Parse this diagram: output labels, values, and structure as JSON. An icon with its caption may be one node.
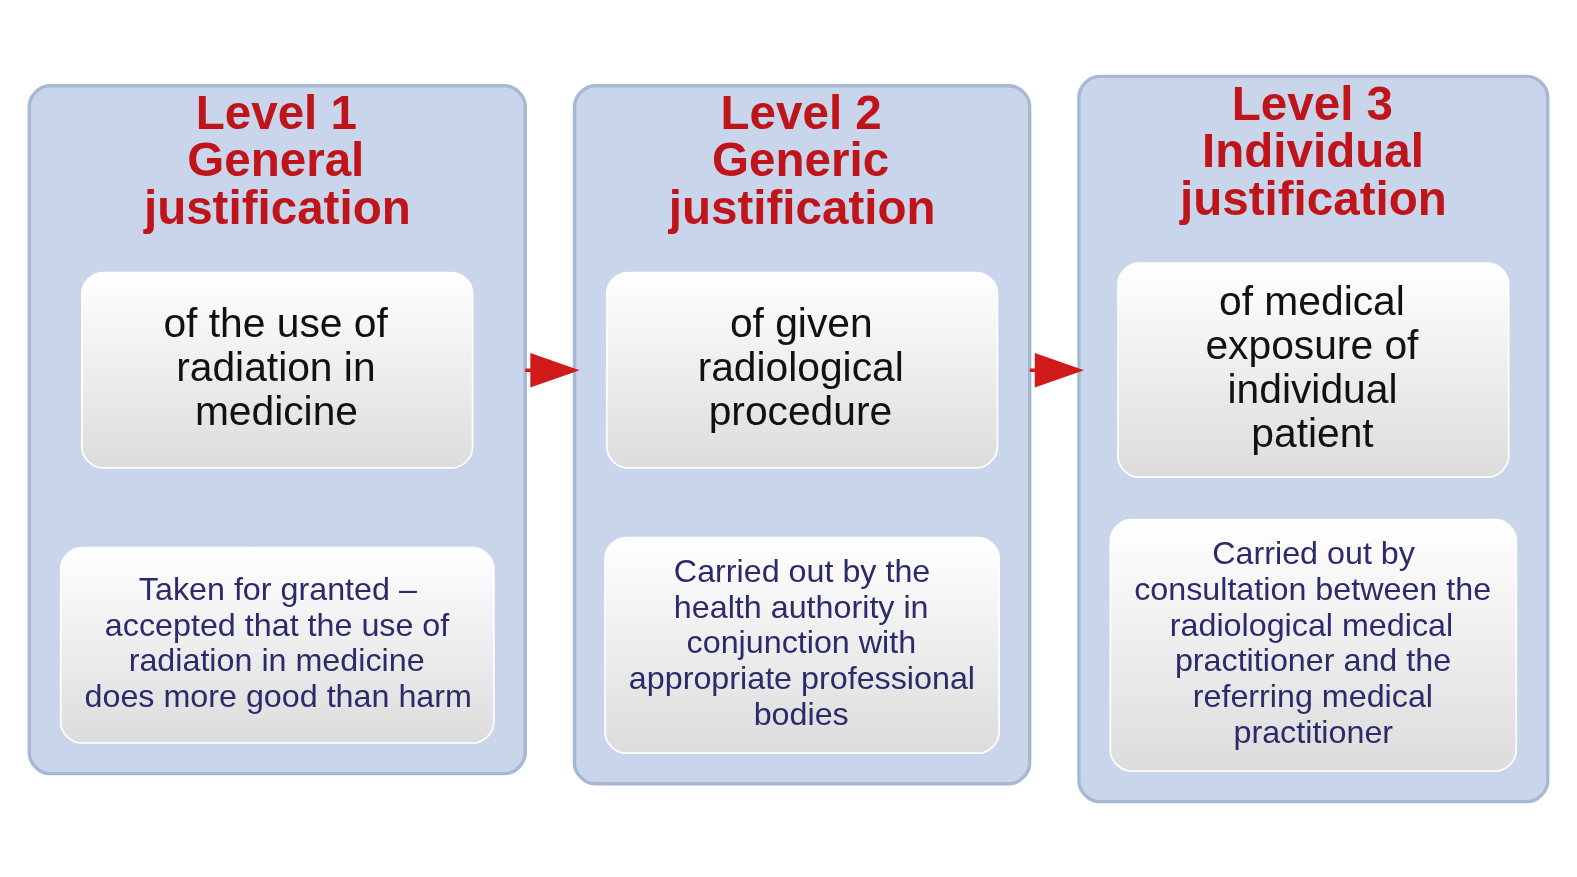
{
  "diagram": {
    "nodes": [
      {
        "text": [
          "Level 1 General justification"
        ]
      },
      {
        "text": [
          "of the use of radiation in medicine"
        ],
        "in": 0
      },
      {
        "text": [
          "Taken for granted – accepted that the use of radiation in medicine does more good than harm"
        ],
        "in": 0
      },
      {
        "text": [
          "Level 2 Generic justification"
        ]
      },
      {
        "text": [
          "of given radiological procedure"
        ],
        "in": 3
      },
      {
        "text": [
          "Carried out by the health authority in conjunction with appropriate professional bodies"
        ],
        "in": 3
      },
      {
        "text": [
          "Level 3 Individual justification"
        ]
      },
      {
        "text": [
          "of medical exposure of individual patient"
        ],
        "in": 6
      },
      {
        "text": [
          "Carried out by consultation between the radiological medical practitioner and the referring medical practitioner"
        ],
        "in": 6
      }
    ],
    "edges": [
      {
        "from": 0,
        "to": 3,
        "arrow": "to"
      },
      {
        "from": 3,
        "to": 6,
        "arrow": "to"
      }
    ]
  }
}
